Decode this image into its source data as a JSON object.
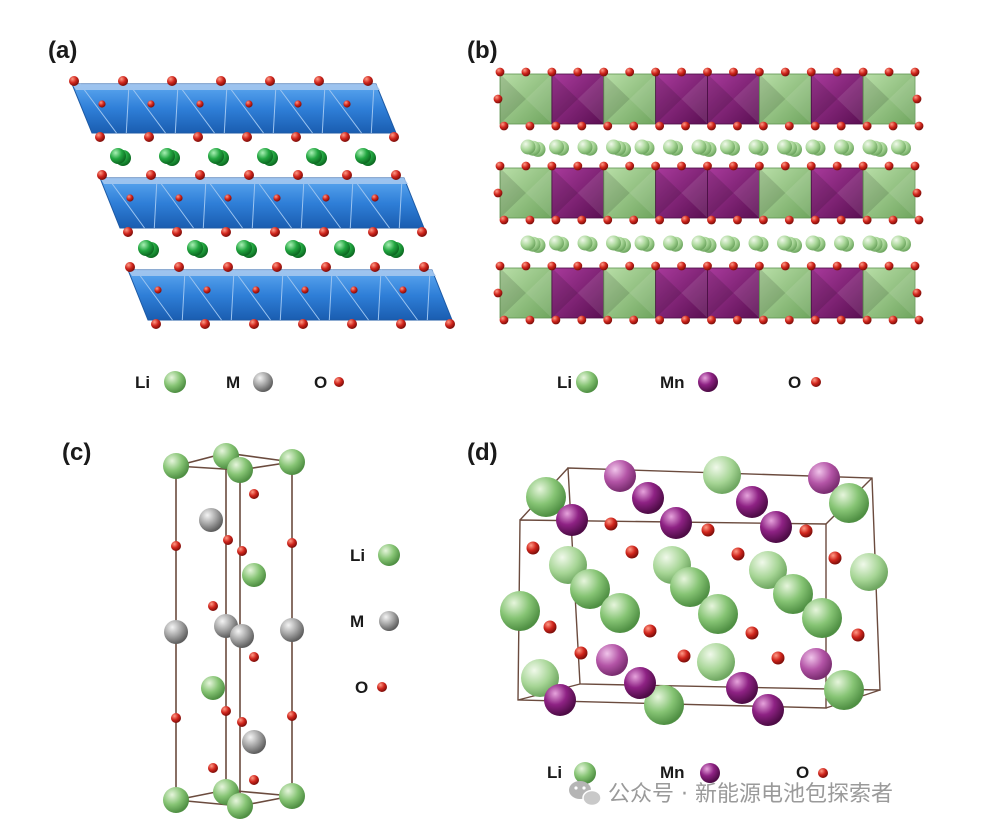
{
  "panels": {
    "a": {
      "label": "(a)",
      "legend": [
        {
          "symbol": "Li",
          "color": "#7dbf6e"
        },
        {
          "symbol": "M",
          "color": "#8c8c8c"
        },
        {
          "symbol": "O",
          "color": "#c8201a"
        }
      ]
    },
    "b": {
      "label": "(b)",
      "legend": [
        {
          "symbol": "Li",
          "color": "#7dbf6e"
        },
        {
          "symbol": "Mn",
          "color": "#8a1f7e"
        },
        {
          "symbol": "O",
          "color": "#c8201a"
        }
      ]
    },
    "c": {
      "label": "(c)",
      "legend": [
        {
          "symbol": "Li",
          "color": "#7dbf6e"
        },
        {
          "symbol": "M",
          "color": "#8c8c8c"
        },
        {
          "symbol": "O",
          "color": "#c8201a"
        }
      ]
    },
    "d": {
      "label": "(d)",
      "legend": [
        {
          "symbol": "Li",
          "color": "#7dbf6e"
        },
        {
          "symbol": "Mn",
          "color": "#8a1f7e"
        },
        {
          "symbol": "O",
          "color": "#c8201a"
        }
      ]
    }
  },
  "colors": {
    "octahedron_blue": "#2f7fd8",
    "octahedron_green": "#8cc27a",
    "octahedron_purple": "#8a1f7e",
    "li_green": "#7dbf6e",
    "li_dark_green": "#1f9a3a",
    "transition_metal_gray": "#8c8c8c",
    "oxygen_red": "#c8201a",
    "cell_edge": "#6b4b3e"
  },
  "watermark": {
    "icon": "wechat-logo-icon",
    "text": "公众号 · 新能源电池包探索者"
  }
}
